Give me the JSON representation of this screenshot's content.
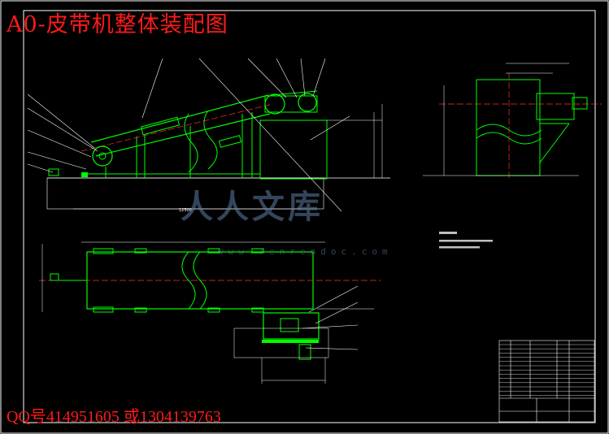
{
  "title": "A0-皮带机整体装配图",
  "footer": "QQ号414951605  或1304139763",
  "watermark": {
    "text": "人人文库",
    "url": "www.renrendoc.com"
  },
  "colors": {
    "background": "#000000",
    "frame": "#ffffff",
    "part": "#00ff00",
    "centerline": "#ff3030",
    "dimension": "#ffffff",
    "title_text": "#ff1a1a",
    "watermark": "#5f7fa6"
  }
}
